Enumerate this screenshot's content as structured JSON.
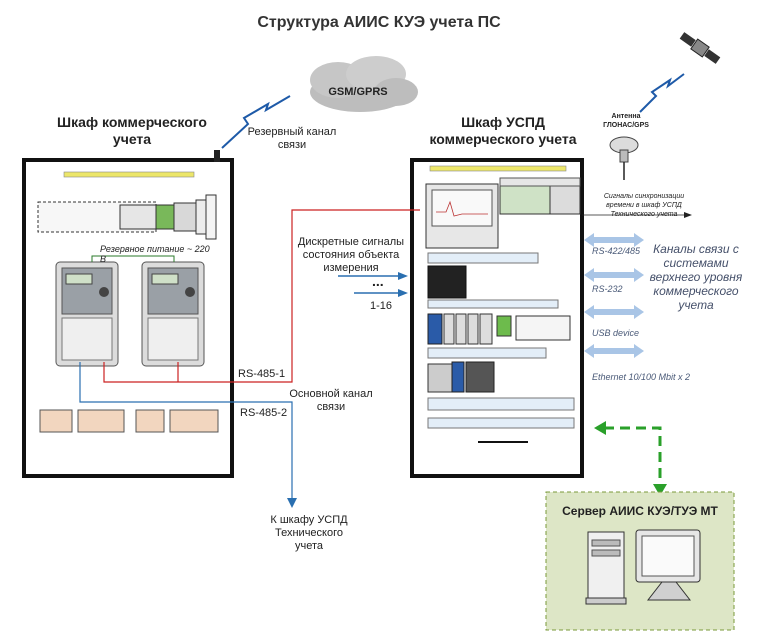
{
  "title": "Структура АИИС КУЭ учета ПС",
  "cloud_label": "GSM/GPRS",
  "reserve_channel": "Резервный канал связи",
  "left_cabinet_title": "Шкаф коммерческого учета",
  "right_cabinet_title": "Шкаф УСПД коммерческого учета",
  "antenna_label": "Антенна ГЛОНАС/GPS",
  "reserve_power": "Резервное питание ~ 220 В",
  "discrete_signals": "Дискретные сигналы состояния объекта измерения",
  "discrete_dots": "...",
  "discrete_range": "1-16",
  "sync_signals": "Сигналы синхронизации времени в шкаф УСПД Технического учета",
  "rs485_1": "RS-485-1",
  "rs485_2": "RS-485-2",
  "main_channel": "Основной канал связи",
  "to_tech_cabinet": "К шкафу УСПД Технического учета",
  "interfaces": [
    "RS-422/485",
    "RS-232",
    "USB device",
    "Ethernet 10/100 Mbit x 2"
  ],
  "upper_channels": "Каналы связи с системами верхнего уровня коммерческого учета",
  "server_label": "Сервер АИИС КУЭ/ТУЭ МТ",
  "colors": {
    "red_line": "#cc2222",
    "blue_line": "#2a6fb0",
    "green_dashed": "#2aa02a",
    "server_bg": "#dde6c6",
    "arrow_light": "#a9c5e6"
  }
}
